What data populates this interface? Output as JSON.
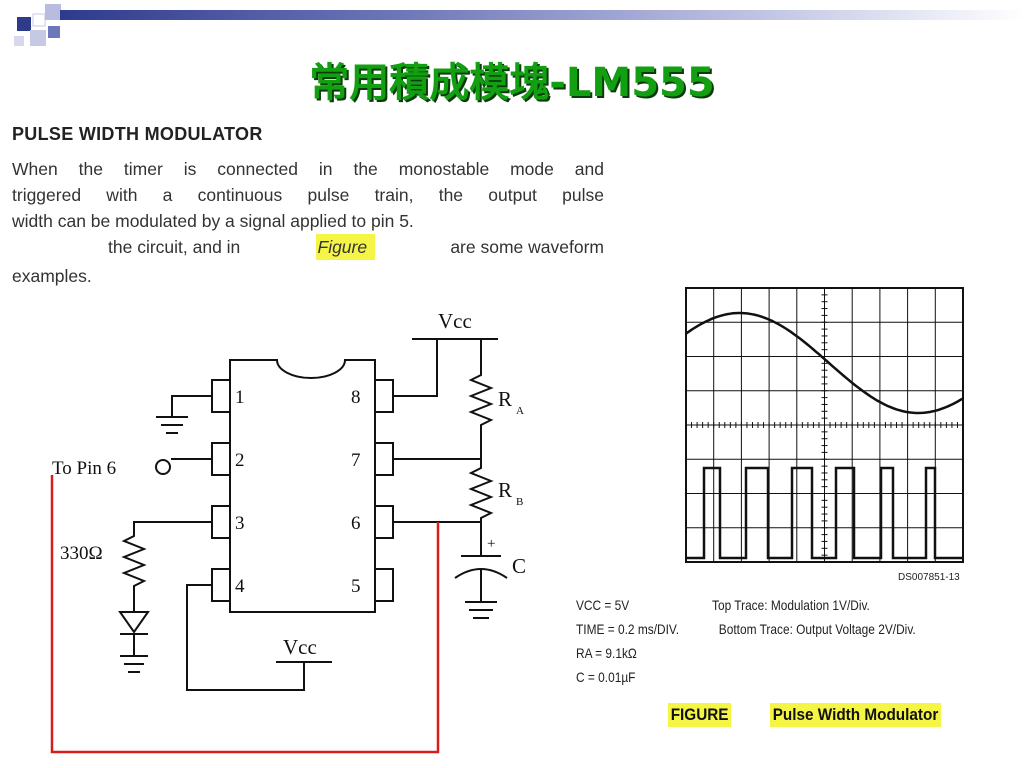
{
  "slide": {
    "title": "常用積成模塊-LM555",
    "heading": "PULSE WIDTH MODULATOR",
    "paragraph": {
      "line1": "When the timer is connected in the monostable mode and",
      "line2": "triggered with a continuous pulse train, the output pulse",
      "line3": "width can be modulated by a signal applied to pin 5.",
      "line4_a": "the circuit, and in",
      "line4_highlight": "Figure",
      "line4_b": "are some waveform",
      "line5": "examples."
    }
  },
  "schematic": {
    "vcc_top": "Vcc",
    "vcc_bottom": "Vcc",
    "pin_labels": [
      "1",
      "2",
      "3",
      "4",
      "5",
      "6",
      "7",
      "8"
    ],
    "ra": "R",
    "ra_sub": "A",
    "rb": "R",
    "rb_sub": "B",
    "cap_label": "C",
    "cap_plus": "+",
    "resistor_330": "330Ω",
    "to_pin6": "To Pin 6",
    "wire_color": "#d81b1b"
  },
  "scope": {
    "caption": "DS007851-13",
    "specs": [
      {
        "left": "VCC = 5V",
        "right": "Top Trace: Modulation 1V/Div."
      },
      {
        "left": "TIME = 0.2 ms/DIV.",
        "right": "Bottom Trace: Output Voltage 2V/Div."
      },
      {
        "left": "RA = 9.1kΩ",
        "right": ""
      },
      {
        "left": "C = 0.01µF",
        "right": ""
      }
    ],
    "figure_label": "FIGURE",
    "figure_title": "Pulse Width Modulator",
    "highlight_color": "#f5f545"
  }
}
